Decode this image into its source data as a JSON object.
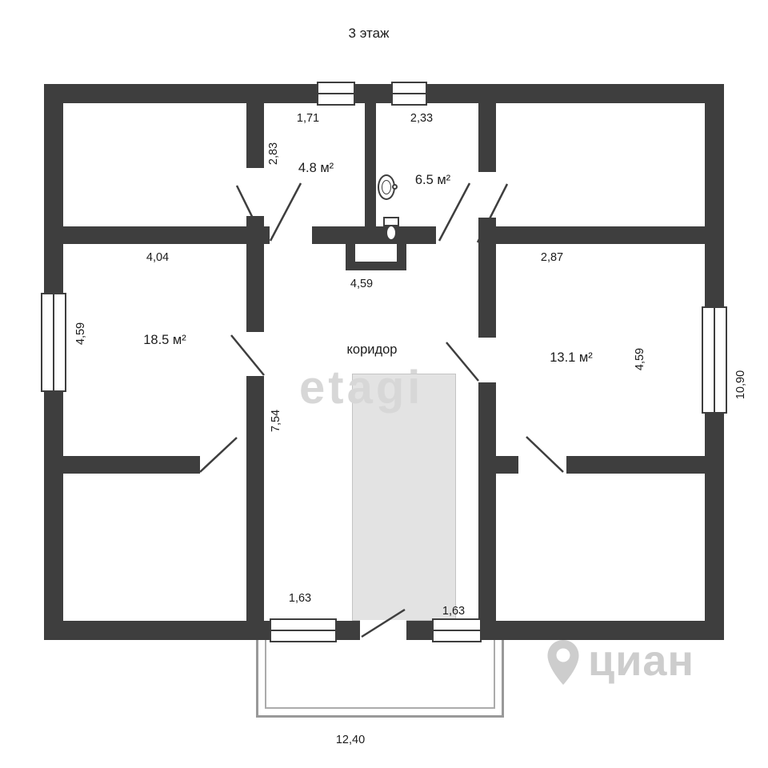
{
  "title": "3 этаж",
  "rooms": {
    "bathroom": {
      "area": "4.8 м²"
    },
    "wc": {
      "area": "6.5 м²"
    },
    "room_left": {
      "area": "18.5 м²"
    },
    "room_right": {
      "area": "13.1 м²"
    },
    "corridor": {
      "label": "коридор"
    }
  },
  "dimensions": {
    "bathroom_width": "1,71",
    "wc_width": "2,33",
    "bathroom_depth": "2,83",
    "room_left_width": "4,04",
    "room_right_width": "2,87",
    "corridor_width": "4,59",
    "room_left_window": "4,59",
    "room_right_window": "4,59",
    "corridor_depth": "7,54",
    "bottom_left_width": "1,63",
    "bottom_right_width": "1,63",
    "balcony_width": "12,40",
    "building_depth": "10,90"
  },
  "watermarks": {
    "center": "etagi",
    "brand": "циан"
  },
  "colors": {
    "wall": "#3e3e3e",
    "stairs_fill": "#e3e3e3",
    "watermark": "#d7d7d7"
  }
}
